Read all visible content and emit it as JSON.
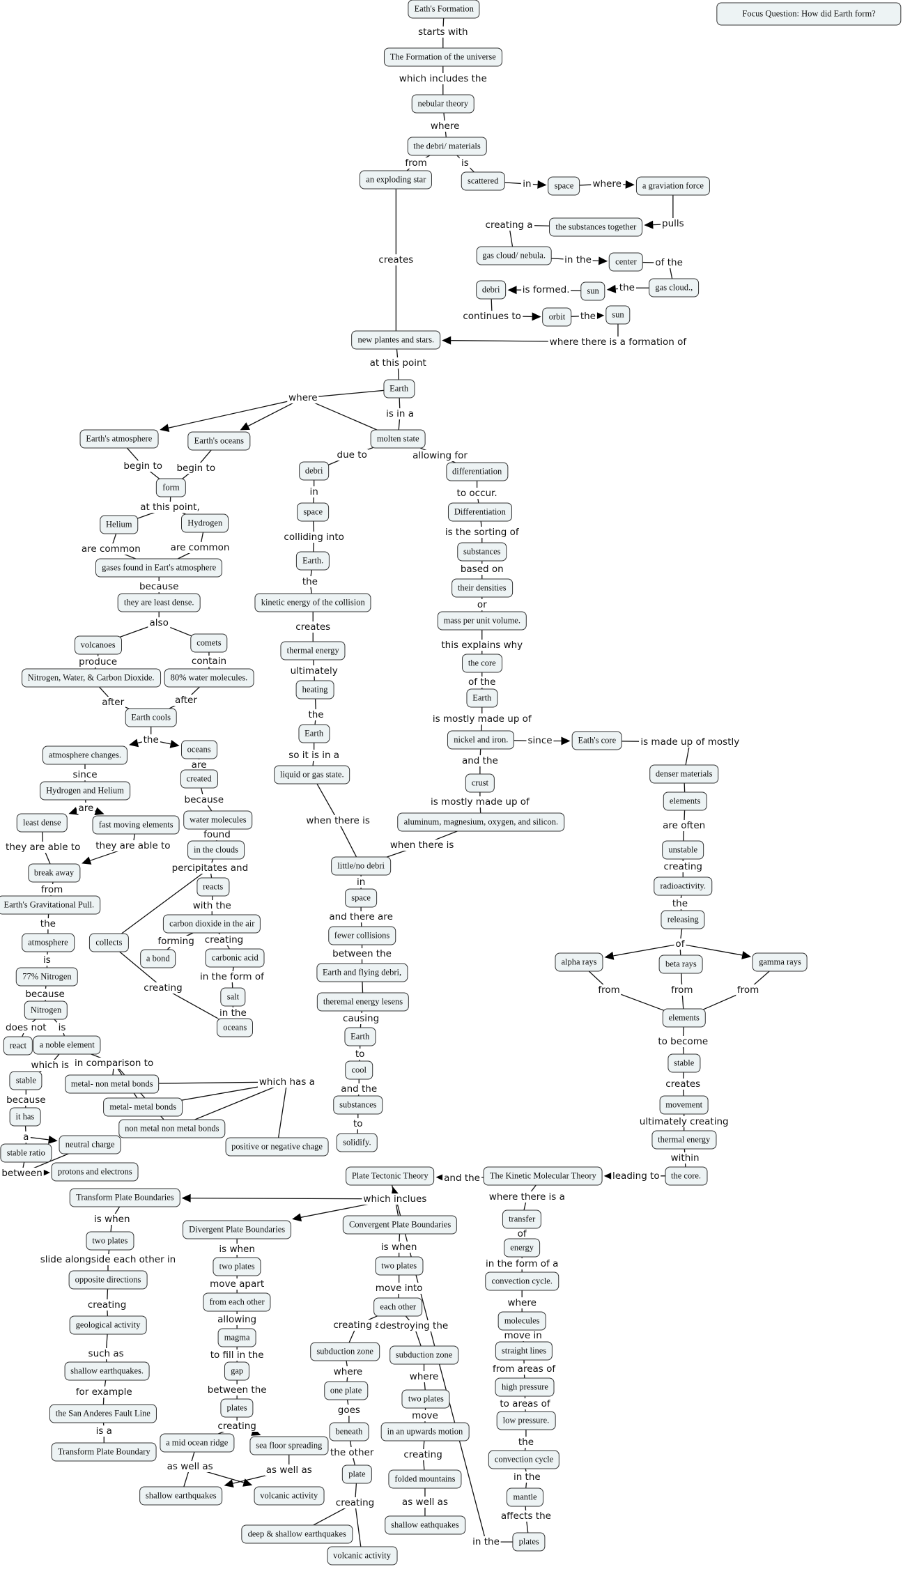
{
  "concepts": [
    "Eath's Formation",
    "Focus Question: How did Earth form?",
    "The Formation of the universe",
    "nebular theory",
    "the debri/ materials",
    "an exploding star",
    "scattered",
    "space",
    "a graviation force",
    "the substances together",
    "gas cloud/ nebula.",
    "center",
    "gas cloud.,",
    "sun",
    "debri",
    "orbit",
    "sun",
    "new plantes and stars.",
    "Earth",
    "molten state",
    "Earth's atmosphere",
    "Earth's oceans",
    "form",
    "Helium",
    "Hydrogen",
    "gases found in Eart's atmosphere",
    "they are least dense.",
    "volcanoes",
    "comets",
    "Nitrogen, Water, & Carbon  Dioxide.",
    "80% water molecules.",
    "Earth cools",
    "atmosphere changes.",
    "oceans",
    "created",
    "water molecules",
    "in the clouds",
    "reacts",
    "carbon dioxide in the air",
    "collects",
    "a bond",
    "carbonic acid",
    "salt",
    "oceans",
    "Hydrogen and Helium",
    "least dense",
    "fast moving elements",
    "break away",
    "Earth's Gravitational Pull.",
    "atmosphere",
    "77% Nitrogen",
    "Nitrogen",
    "react",
    "a noble element",
    "stable",
    "it has",
    "stable ratio",
    "neutral charge",
    "protons and electrons",
    "metal- non metal bonds",
    "metal- metal bonds",
    "non metal non metal bonds",
    "positive or negative chage",
    "debri",
    "space",
    "Earth.",
    "kinetic energy of the collision",
    "thermal energy",
    "heating",
    "Earth",
    "liquid or gas state.",
    "little/no debri",
    "space",
    "fewer collisions",
    "Earth and flying debri,",
    "theremal energy lesens",
    "Earth",
    "cool",
    "substances",
    "solidify.",
    "differentiation",
    "Differentiation",
    "substances",
    "their densities",
    "mass per unit volume.",
    "the core",
    "Earth",
    "nickel and iron.",
    "crust",
    "aluminum, magnesium, oxygen, and silicon.",
    "Eath's core",
    "denser materials",
    "elements",
    "unstable",
    "radioactivity.",
    "releasing",
    "alpha rays",
    "beta rays",
    "gamma rays",
    "elements",
    "stable",
    "movement",
    "thermal energy",
    "the core.",
    "The Kinetic Molecular Theory",
    "Plate Tectonic Theory",
    "Transform Plate Boundaries",
    "Divergent Plate Boundaries",
    "Convergent Plate Boundaries",
    "two plates",
    "opposite directions",
    "geological activity",
    "shallow earthquakes.",
    "the San Anderes Fault Line",
    "Transform Plate Boundary",
    "two plates",
    "from each other",
    "magma",
    "gap",
    "plates",
    "a mid ocean ridge",
    "sea floor spreading",
    "shallow earthquakes",
    "volcanic activity",
    "two plates",
    "each other",
    "subduction zone",
    "subduction zone",
    "one plate",
    "beneath",
    "plate",
    "deep & shallow earthquakes",
    "volcanic activity",
    "two plates",
    "in an upwards motion",
    "folded mountains",
    "shallow eathquakes",
    "transfer",
    "energy",
    "convection cycle.",
    "molecules",
    "straight lines",
    "high pressure",
    "low pressure.",
    "convection cycle",
    "mantle",
    "plates"
  ],
  "links": [
    "starts with",
    "which includes the",
    "where",
    "from",
    "is",
    "in",
    "where",
    "pulls",
    "creating a",
    "in the",
    "of the",
    "the",
    "is formed.",
    "continues to",
    "the",
    "where there is a formation of",
    "creates",
    "at this point",
    "where",
    "is in a",
    "begin to",
    "begin to",
    "at this point,",
    "are common",
    "are common",
    "because",
    "also",
    "produce",
    "contain",
    "after",
    "after",
    "the",
    "since",
    "are",
    "because",
    "found",
    "percipitates and",
    "with the",
    "forming",
    "creating",
    "in the form of",
    "in the",
    "creating",
    "are",
    "they are able to",
    "they are able to",
    "from",
    "the",
    "is",
    "because",
    "does not",
    "is",
    "which is",
    "in comparison to",
    "which has a",
    "because",
    "a",
    "between",
    "due to",
    "in",
    "colliding into",
    "the",
    "creates",
    "ultimately",
    "the",
    "so it is in a",
    "when there is",
    "allowing for",
    "to occur.",
    "is the sorting of",
    "based on",
    "or",
    "this explains why",
    "of the",
    "is mostly made up of",
    "and the",
    "is mostly made up of",
    "when there is",
    "since",
    "is made up of mostly",
    "are often",
    "creating",
    "the",
    "of",
    "from",
    "from",
    "from",
    "to become",
    "creates",
    "ultimately creating",
    "within",
    "leading to",
    "and the",
    "which inclues",
    "is when",
    "slide alongside each other in",
    "creating",
    "such as",
    "for example",
    "is a",
    "is when",
    "move apart",
    "allowing",
    "to fill in the",
    "between the",
    "creating",
    "as well as",
    "as well as",
    "is when",
    "move into",
    "creating a",
    "destroying the",
    "where",
    "goes",
    "the other",
    "creating",
    "where",
    "move",
    "creating",
    "as well as",
    "where there is a",
    "of",
    "in the form of a",
    "where",
    "move in",
    "from areas of",
    "to areas of",
    "the",
    "in the",
    "affects the",
    "in the",
    "in",
    "and there are",
    "between the",
    "causing",
    "to",
    "and the",
    "to"
  ]
}
